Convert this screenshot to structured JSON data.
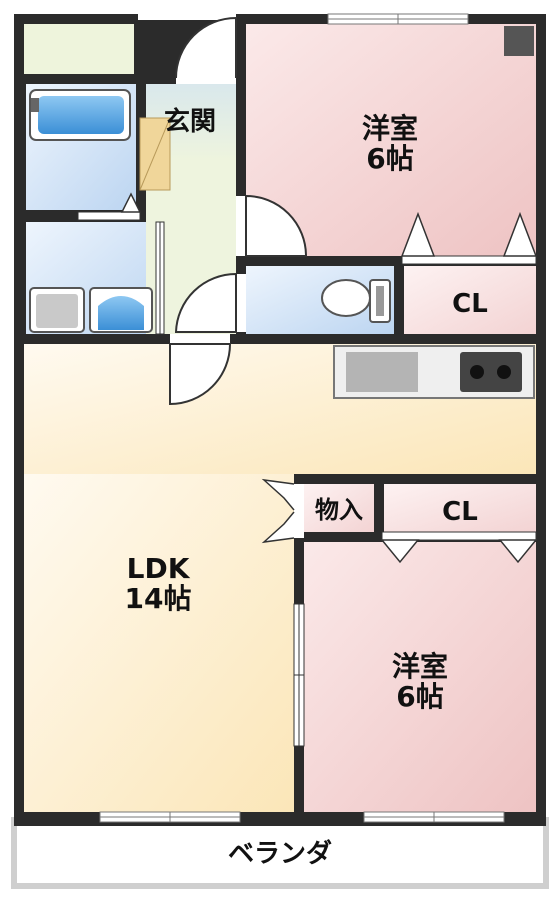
{
  "rooms": {
    "entrance": "玄関",
    "western_top": {
      "name": "洋室",
      "size": "6帖"
    },
    "cl_top": "CL",
    "ldk": {
      "name": "LDK",
      "size": "14帖"
    },
    "storage": "物入",
    "cl_bottom": "CL",
    "western_bottom": {
      "name": "洋室",
      "size": "6帖"
    },
    "veranda": "ベランダ"
  },
  "colors": {
    "wall": "#2b2b2b",
    "western_room": "#f3cccc",
    "ldk_floor": "#fdf1d6",
    "wet_area": "#cfe2f6",
    "entrance_floor": "#e8f0dc",
    "closet": "#f7dede",
    "veranda": "#ffffff"
  }
}
